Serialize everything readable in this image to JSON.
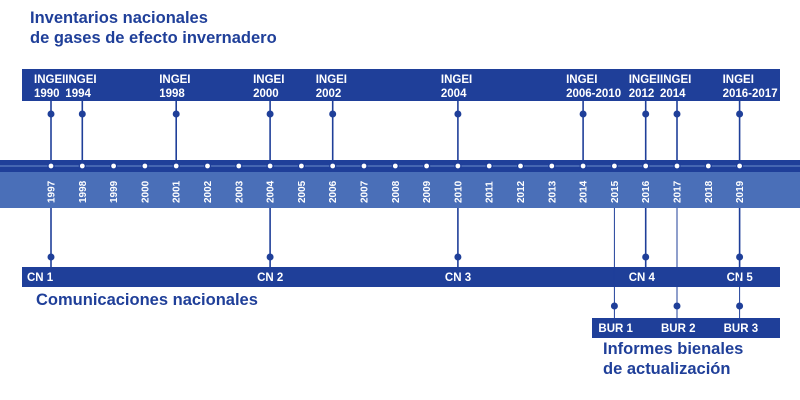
{
  "inventories": {
    "title_lines": [
      "Inventarios nacionales",
      "de gases de efecto invernadero"
    ],
    "items": [
      {
        "line1": "INGEI",
        "line2": "1990",
        "year": "1997"
      },
      {
        "line1": "INGEI",
        "line2": "1994",
        "year": "1998"
      },
      {
        "line1": "INGEI",
        "line2": "1998",
        "year": "2001"
      },
      {
        "line1": "INGEI",
        "line2": "2000",
        "year": "2004"
      },
      {
        "line1": "INGEI",
        "line2": "2002",
        "year": "2006"
      },
      {
        "line1": "INGEI",
        "line2": "2004",
        "year": "2010"
      },
      {
        "line1": "INGEI",
        "line2": "2006-2010",
        "year": "2014"
      },
      {
        "line1": "INGEI",
        "line2": "2012",
        "year": "2016"
      },
      {
        "line1": "INGEI",
        "line2": "2014",
        "year": "2017"
      },
      {
        "line1": "INGEI",
        "line2": "2016-2017",
        "year": "2019"
      }
    ]
  },
  "timeline": {
    "years": [
      "1997",
      "1998",
      "1999",
      "2000",
      "2001",
      "2002",
      "2003",
      "2004",
      "2005",
      "2006",
      "2007",
      "2008",
      "2009",
      "2010",
      "2011",
      "2012",
      "2013",
      "2014",
      "2015",
      "2016",
      "2017",
      "2018",
      "2019"
    ],
    "colors": {
      "dark": "#1f3f99",
      "band": "#4a6fb8",
      "band_light": "#6b8cc9",
      "dot": "#ffffff"
    }
  },
  "communications": {
    "title": "Comunicaciones nacionales",
    "items": [
      {
        "label": "CN 1",
        "year": "1997"
      },
      {
        "label": "CN 2",
        "year": "2004"
      },
      {
        "label": "CN 3",
        "year": "2010"
      },
      {
        "label": "CN 4",
        "year": "2016"
      },
      {
        "label": "CN 5",
        "year": "2019"
      }
    ]
  },
  "bur": {
    "title_lines": [
      "Informes bienales",
      "de actualización"
    ],
    "items": [
      {
        "label": "BUR 1",
        "year": "2015"
      },
      {
        "label": "BUR 2",
        "year": "2017"
      },
      {
        "label": "BUR 3",
        "year": "2019"
      }
    ]
  }
}
